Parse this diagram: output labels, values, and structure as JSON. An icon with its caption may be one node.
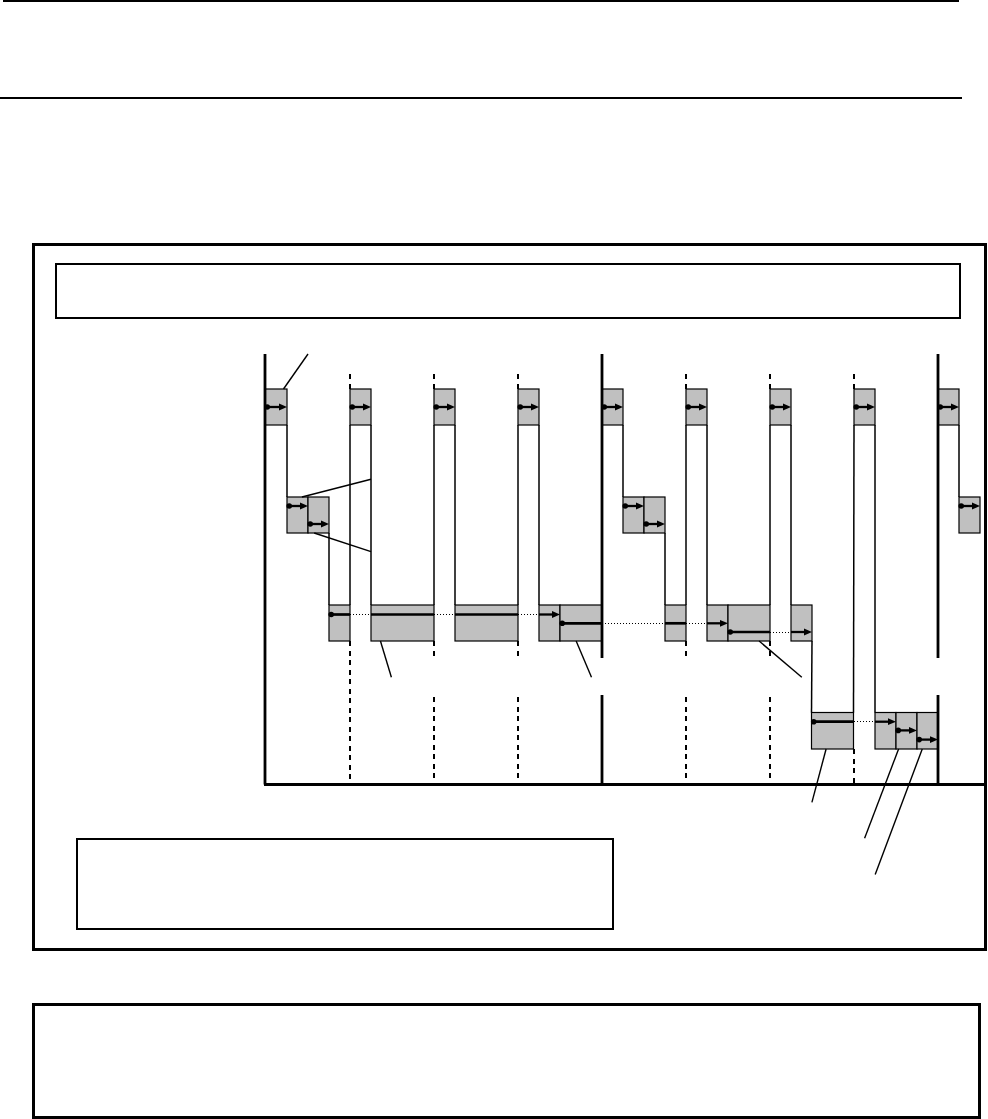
{
  "diagram": {
    "nodes": [
      {
        "text": [],
        "shape": "box"
      },
      {
        "text": [],
        "shape": "box",
        "in": 0
      },
      {
        "text": [],
        "shape": "bar",
        "in": 0
      },
      {
        "text": [],
        "shape": "bar",
        "in": 0
      },
      {
        "text": [],
        "shape": "bar",
        "in": 0
      },
      {
        "text": [],
        "shape": "bar",
        "in": 0
      },
      {
        "text": [],
        "shape": "bar",
        "in": 0
      },
      {
        "text": [],
        "shape": "bar",
        "in": 0
      },
      {
        "text": [],
        "shape": "bar",
        "in": 0
      },
      {
        "text": [],
        "shape": "bar",
        "in": 0
      },
      {
        "text": [],
        "shape": "bar",
        "in": 0
      },
      {
        "text": [],
        "shape": "bar",
        "in": 0
      },
      {
        "text": [],
        "shape": "bar",
        "in": 0
      },
      {
        "text": [],
        "shape": "bar",
        "in": 0
      },
      {
        "text": [],
        "shape": "bar",
        "in": 0
      },
      {
        "text": [],
        "shape": "bar",
        "in": 0
      },
      {
        "text": [],
        "shape": "bar",
        "in": 0
      },
      {
        "text": [],
        "shape": "bar",
        "in": 0
      },
      {
        "text": [],
        "shape": "bar",
        "in": 0
      },
      {
        "text": [],
        "shape": "bar",
        "in": 0
      },
      {
        "text": [],
        "shape": "bar",
        "in": 0
      },
      {
        "text": [],
        "shape": "bar",
        "in": 0
      },
      {
        "text": [],
        "shape": "bar",
        "in": 0
      },
      {
        "text": [],
        "shape": "bar",
        "in": 0
      },
      {
        "text": [],
        "shape": "bar",
        "in": 0
      },
      {
        "text": [],
        "shape": "bar",
        "in": 0
      },
      {
        "text": [],
        "shape": "bar",
        "in": 0
      },
      {
        "text": [],
        "shape": "bar",
        "in": 0
      },
      {
        "text": [],
        "shape": "bar",
        "in": 0
      },
      {
        "text": [],
        "shape": "box",
        "in": 0
      },
      {
        "text": [],
        "shape": "box"
      }
    ],
    "edges": [
      {
        "from": null,
        "to": 2,
        "arrow": "none"
      },
      {
        "from": null,
        "to": 11,
        "arrow": "none"
      },
      {
        "from": null,
        "to": 12,
        "arrow": "none"
      },
      {
        "from": null,
        "to": 17,
        "arrow": "none"
      },
      {
        "from": null,
        "to": 20,
        "arrow": "none"
      },
      {
        "from": null,
        "to": 23,
        "arrow": "none"
      },
      {
        "from": null,
        "to": 25,
        "arrow": "none"
      },
      {
        "from": null,
        "to": 27,
        "arrow": "none"
      },
      {
        "from": null,
        "to": 28,
        "arrow": "none"
      },
      {
        "from": 2,
        "to": 11,
        "arrow": "none"
      },
      {
        "from": 12,
        "to": 16,
        "arrow": "none"
      },
      {
        "from": 3,
        "to": 16,
        "arrow": "none"
      },
      {
        "from": 3,
        "to": 17,
        "arrow": "none"
      },
      {
        "from": 4,
        "to": 17,
        "arrow": "none"
      },
      {
        "from": 4,
        "to": 18,
        "arrow": "none"
      },
      {
        "from": 5,
        "to": 18,
        "arrow": "none"
      },
      {
        "from": 5,
        "to": 19,
        "arrow": "none"
      },
      {
        "from": 6,
        "to": 13,
        "arrow": "none"
      },
      {
        "from": 14,
        "to": 21,
        "arrow": "none"
      },
      {
        "from": 7,
        "to": 21,
        "arrow": "none"
      },
      {
        "from": 7,
        "to": 22,
        "arrow": "none"
      },
      {
        "from": 8,
        "to": 23,
        "arrow": "none"
      },
      {
        "from": 8,
        "to": 24,
        "arrow": "none"
      },
      {
        "from": 24,
        "to": 25,
        "arrow": "none"
      },
      {
        "from": 9,
        "to": 25,
        "arrow": "none"
      },
      {
        "from": 9,
        "to": 26,
        "arrow": "none"
      },
      {
        "from": 10,
        "to": 15,
        "arrow": "none"
      },
      {
        "from": 16,
        "to": 17,
        "arrow": "none",
        "style": "dashed"
      },
      {
        "from": 17,
        "to": 18,
        "arrow": "none",
        "style": "dashed"
      },
      {
        "from": 18,
        "to": 19,
        "arrow": "none",
        "style": "dashed"
      },
      {
        "from": 20,
        "to": 21,
        "arrow": "none",
        "style": "dashed"
      },
      {
        "from": 21,
        "to": 22,
        "arrow": "none",
        "style": "dashed"
      },
      {
        "from": 23,
        "to": 24,
        "arrow": "none",
        "style": "dashed"
      },
      {
        "from": 25,
        "to": 26,
        "arrow": "none",
        "style": "dashed"
      }
    ]
  }
}
